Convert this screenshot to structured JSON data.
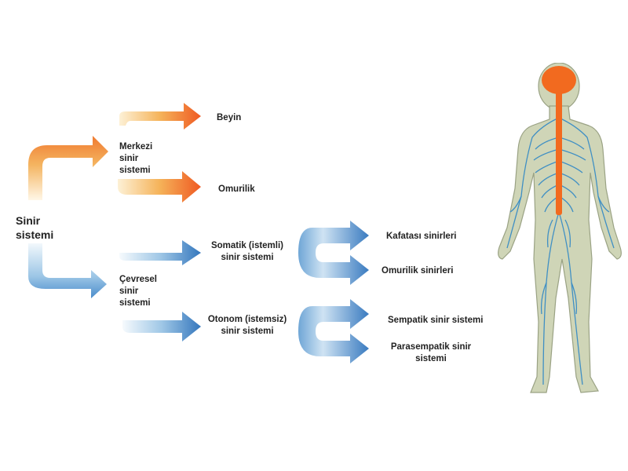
{
  "diagram": {
    "root": "Sinir\nsistemi",
    "central": {
      "label": "Merkezi\nsinir\nsistemi",
      "children": [
        "Beyin",
        "Omurilik"
      ]
    },
    "peripheral": {
      "label": "Çevresel\nsinir\nsistemi",
      "somatic": {
        "label": "Somatik (istemli)\nsinir sistemi",
        "children": [
          "Kafatası sinirleri",
          "Omurilik sinirleri"
        ]
      },
      "autonomic": {
        "label": "Otonom (istemsiz)\nsinir sistemi",
        "children": [
          "Sempatik sinir sistemi",
          "Parasempatik sinir\nsistemi"
        ]
      }
    },
    "colors": {
      "central_arrow": "#f2682a",
      "central_fade": "#f7d9a4",
      "peripheral_arrow": "#3b7ec2",
      "peripheral_fade": "#e4f0f9",
      "brain_spine": "#f26a1f",
      "nerves": "#3f8fc4",
      "skin": "#cfd5b7",
      "skin_outline": "#9aa284"
    }
  }
}
